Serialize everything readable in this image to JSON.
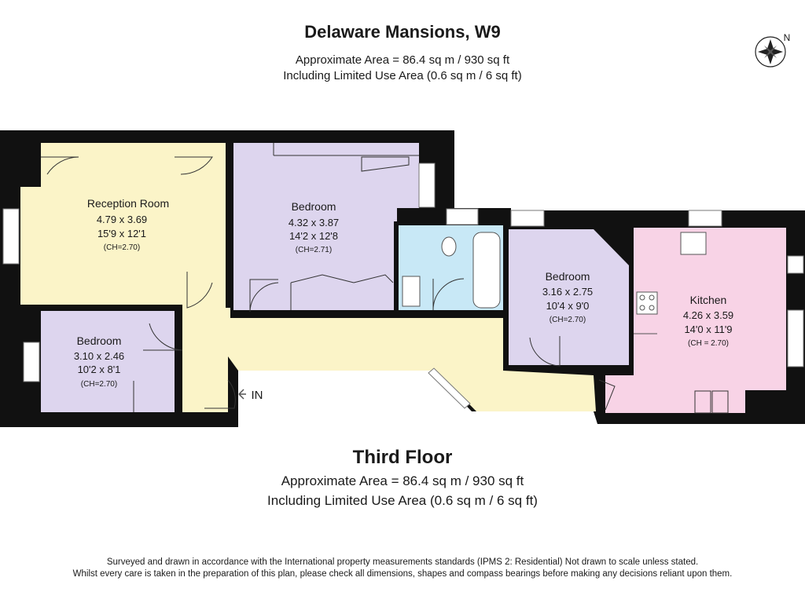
{
  "header": {
    "title": "Delaware Mansions, W9",
    "area": "Approximate Area = 86.4 sq m / 930 sq ft",
    "limited": "Including Limited Use Area (0.6 sq m / 6 sq ft)"
  },
  "compass": {
    "label": "N"
  },
  "rooms": {
    "reception": {
      "name": "Reception Room",
      "metric": "4.79 x 3.69",
      "imperial": "15'9 x 12'1",
      "ceiling": "(CH=2.70)",
      "color": "#fbf4c8"
    },
    "bedroom1": {
      "name": "Bedroom",
      "metric": "4.32 x 3.87",
      "imperial": "14'2 x 12'8",
      "ceiling": "(CH=2.71)",
      "color": "#ddd5ee"
    },
    "bedroom2": {
      "name": "Bedroom",
      "metric": "3.10 x 2.46",
      "imperial": "10'2 x 8'1",
      "ceiling": "(CH=2.70)",
      "color": "#ddd5ee"
    },
    "bedroom3": {
      "name": "Bedroom",
      "metric": "3.16 x 2.75",
      "imperial": "10'4 x 9'0",
      "ceiling": "(CH=2.70)",
      "color": "#ddd5ee"
    },
    "kitchen": {
      "name": "Kitchen",
      "metric": "4.26 x 3.59",
      "imperial": "14'0 x 11'9",
      "ceiling": "(CH = 2.70)",
      "color": "#f8d3e6"
    },
    "bathroom": {
      "color": "#c8e8f6"
    },
    "hall": {
      "color": "#fbf4c8"
    }
  },
  "entrance": {
    "label": "IN"
  },
  "floor": {
    "name": "Third Floor",
    "area": "Approximate Area = 86.4 sq m / 930 sq ft",
    "limited": "Including Limited Use Area (0.6 sq m / 6 sq ft)"
  },
  "disclaimer": {
    "line1": "Surveyed and drawn in accordance with the International property measurements standards (IPMS 2: Residential) Not drawn to scale unless stated.",
    "line2": "Whilst every care is taken in the preparation of this plan, please check all dimensions, shapes and compass bearings before making any decisions reliant upon them."
  },
  "colors": {
    "wall": "#111111"
  }
}
